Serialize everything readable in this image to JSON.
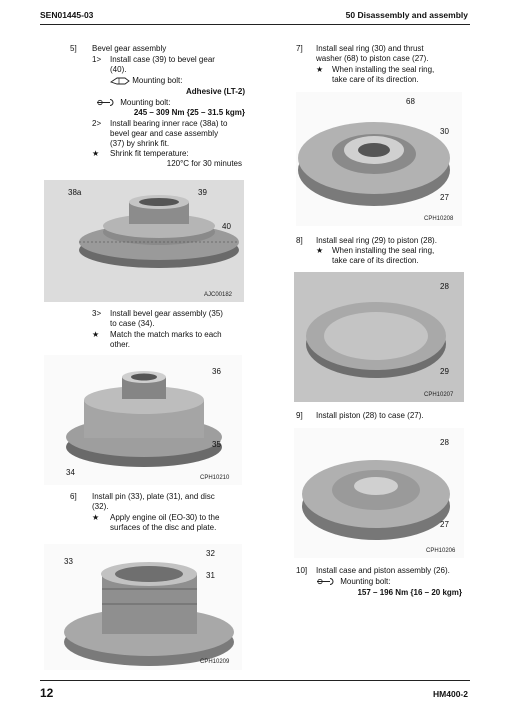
{
  "header": {
    "doc_id": "SEN01445-03",
    "section": "50 Disassembly and assembly"
  },
  "footer": {
    "page": "12",
    "model": "HM400-2"
  },
  "left": {
    "step5": {
      "num": "5]",
      "title": "Bevel gear assembly",
      "s1_num": "1>",
      "s1_a": "Install case (39) to bevel gear",
      "s1_b": "(40).",
      "bolt_label": "Mounting bolt:",
      "adhesive": "Adhesive (LT-2)",
      "torque_label": "Mounting bolt:",
      "torque": "245 – 309 Nm {25 – 31.5 kgm}",
      "s2_num": "2>",
      "s2_a": "Install bearing inner race (38a) to",
      "s2_b": "bevel gear and case assembly",
      "s2_c": "(37) by shrink fit.",
      "star": "★",
      "shrink_label": "Shrink fit temperature:",
      "shrink_value": "120°C for 30 minutes"
    },
    "fig1": {
      "labels": [
        "38a",
        "39",
        "40"
      ],
      "code": "AJC00182"
    },
    "step3": {
      "num": "3>",
      "a": "Install bevel gear assembly (35)",
      "b": "to case (34).",
      "star": "★",
      "c": "Match the match marks to each",
      "d": "other."
    },
    "fig2": {
      "labels": [
        "36",
        "35",
        "34"
      ],
      "code": "CPH10210"
    },
    "step6": {
      "num": "6]",
      "a": "Install pin (33), plate (31), and disc",
      "b": "(32).",
      "star": "★",
      "c": "Apply engine oil (EO-30) to the",
      "d": "surfaces of the disc and plate."
    },
    "fig3": {
      "labels": [
        "33",
        "32",
        "31"
      ],
      "code": "CPH10209"
    }
  },
  "right": {
    "step7": {
      "num": "7]",
      "a": "Install seal ring (30) and thrust",
      "b": "washer (68) to piston case (27).",
      "star": "★",
      "c": "When installing the seal ring,",
      "d": "take care of its direction."
    },
    "fig4": {
      "labels": [
        "68",
        "30",
        "27"
      ],
      "code": "CPH10208"
    },
    "step8": {
      "num": "8]",
      "a": "Install seal ring (29) to piston (28).",
      "star": "★",
      "c": "When installing the seal ring,",
      "d": "take care of its direction."
    },
    "fig5": {
      "labels": [
        "28",
        "29"
      ],
      "code": "CPH10207"
    },
    "step9": {
      "num": "9]",
      "a": "Install piston (28) to case (27)."
    },
    "fig6": {
      "labels": [
        "28",
        "27"
      ],
      "code": "CPH10206"
    },
    "step10": {
      "num": "10]",
      "a": "Install case and piston assembly (26).",
      "torque_label": "Mounting bolt:",
      "torque": "157 – 196 Nm {16 – 20 kgm}"
    }
  },
  "icons": {
    "adhesive": "adhesive-tube-icon",
    "wrench": "wrench-icon"
  }
}
